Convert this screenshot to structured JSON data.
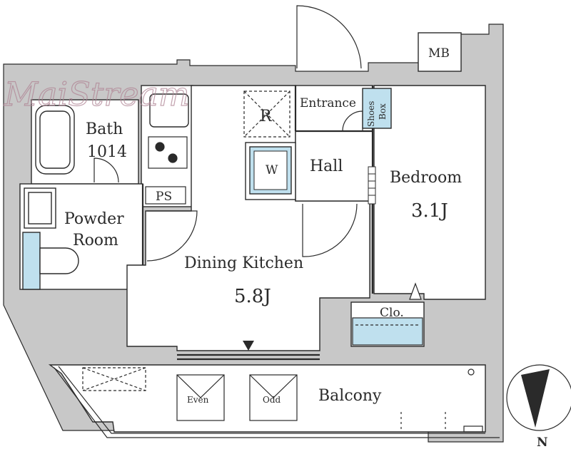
{
  "watermark": "MaiStream",
  "rooms": {
    "bath": {
      "label": "Bath",
      "size": "1014"
    },
    "powder_room": {
      "label_line1": "Powder",
      "label_line2": "Room"
    },
    "dining_kitchen": {
      "label": "Dining Kitchen",
      "area": "5.8J"
    },
    "bedroom": {
      "label": "Bedroom",
      "area": "3.1J"
    },
    "entrance": {
      "label": "Entrance"
    },
    "hall": {
      "label": "Hall"
    },
    "balcony": {
      "label": "Balcony"
    }
  },
  "fixtures": {
    "mb": "MB",
    "shoes_box_line1": "Shoes",
    "shoes_box_line2": "Box",
    "refrigerator": "R",
    "washer": "W",
    "pipe_space": "PS",
    "closet": "Clo.",
    "evacuation_even": "Even",
    "evacuation_odd": "Odd"
  },
  "compass": {
    "label": "N"
  },
  "colors": {
    "wall": "#c8c8c8",
    "line": "#2a2a2a",
    "storage": "#bfe0ee"
  }
}
